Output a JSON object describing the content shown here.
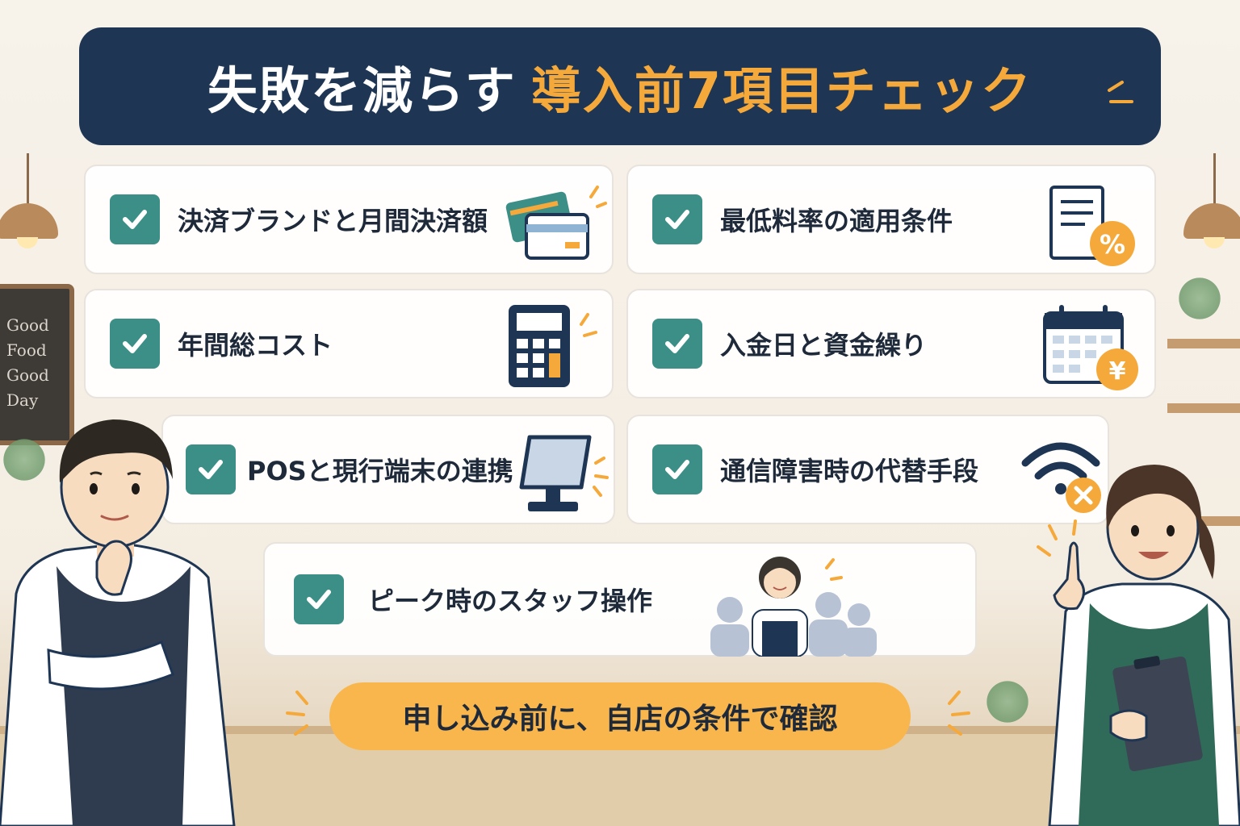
{
  "title": {
    "lead": "失敗を減らす",
    "accent": "導入前7項目チェック"
  },
  "chalkboard": {
    "lines": [
      "Good",
      "Food",
      "Good",
      "Day"
    ]
  },
  "items": [
    {
      "label": "決済ブランドと月間決済額",
      "icon": "credit-card-icon"
    },
    {
      "label": "最低料率の適用条件",
      "icon": "percent-document-icon"
    },
    {
      "label": "年間総コスト",
      "icon": "calculator-icon"
    },
    {
      "label": "入金日と資金繰り",
      "icon": "calendar-yen-icon"
    },
    {
      "label": "POSと現行端末の連携",
      "icon": "pos-terminal-icon"
    },
    {
      "label": "通信障害時の代替手段",
      "icon": "wifi-error-icon"
    },
    {
      "label": "ピーク時のスタッフ操作",
      "icon": "staff-group-icon"
    }
  ],
  "cta": {
    "label": "申し込み前に、自店の条件で確認"
  },
  "colors": {
    "navy": "#1e3654",
    "accent_orange": "#f6a93b",
    "check_teal": "#3c8f87",
    "cta_yellow": "#f8b64c"
  }
}
